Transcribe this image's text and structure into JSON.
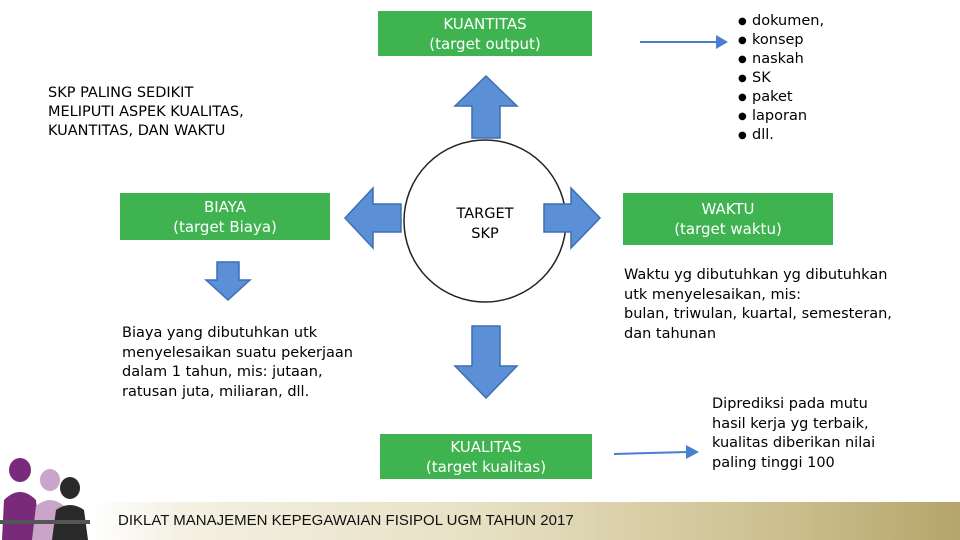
{
  "heading": {
    "lines": "SKP PALING SEDIKIT\nMELIPUTI ASPEK KUALITAS,\nKUANTITAS, DAN WAKTU"
  },
  "kuantitas": {
    "title": "KUANTITAS",
    "subtitle": "(target output)"
  },
  "biaya": {
    "title": "BIAYA",
    "subtitle": "(target Biaya)"
  },
  "waktu": {
    "title": "WAKTU",
    "subtitle": "(target waktu)"
  },
  "kualitas": {
    "title": "KUALITAS",
    "subtitle": "(target kualitas)"
  },
  "center": {
    "line1": "TARGET",
    "line2": "SKP"
  },
  "output_list": [
    "dokumen,",
    "konsep",
    "naskah",
    "SK",
    "paket",
    "laporan",
    "dll."
  ],
  "biaya_desc": "Biaya yang dibutuhkan utk\nmenyelesaikan suatu pekerjaan\ndalam 1 tahun, mis: jutaan,\nratusan juta, miliaran, dll.",
  "waktu_desc": "Waktu yg dibutuhkan yg dibutuhkan\nutk menyelesaikan, mis:\nbulan, triwulan, kuartal, semesteran,\ndan tahunan",
  "kualitas_desc": "Diprediksi pada mutu\nhasil kerja yg terbaik,\nkualitas diberikan nilai\npaling tinggi 100",
  "footer": "DIKLAT MANAJEMEN KEPEGAWAIAN FISIPOL UGM TAHUN 2017",
  "colors": {
    "box_green": "#3fb34f",
    "arrow_blue": "#5b8fd6",
    "arrow_outline": "#3d6fb3"
  },
  "icons": [
    "people-silhouette-icon"
  ]
}
